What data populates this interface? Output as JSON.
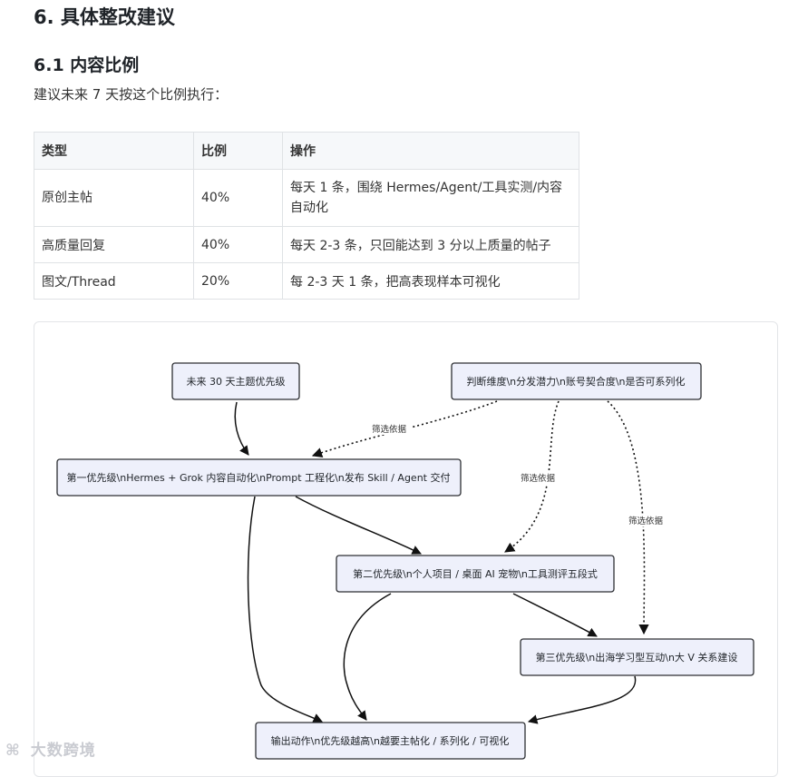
{
  "section_title": "6. 具体整改建议",
  "subsection_title": "6.1 内容比例",
  "intro": "建议未来 7 天按这个比例执行：",
  "table": {
    "headers": [
      "类型",
      "比例",
      "操作"
    ],
    "rows": [
      [
        "原创主帖",
        "40%",
        "每天 1 条，围绕 Hermes/Agent/工具实测/内容自动化"
      ],
      [
        "高质量回复",
        "40%",
        "每天 2-3 条，只回能达到 3 分以上质量的帖子"
      ],
      [
        "图文/Thread",
        "20%",
        "每 2-3 天 1 条，把高表现样本可视化"
      ]
    ]
  },
  "diagram": {
    "nodes": {
      "topic": "未来 30 天主题优先级",
      "criteria": "判断维度\\n分发潜力\\n账号契合度\\n是否可系列化",
      "p1": "第一优先级\\nHermes + Grok 内容自动化\\nPrompt 工程化\\n发布 Skill / Agent 交付",
      "p2": "第二优先级\\n个人项目 / 桌面 AI 宠物\\n工具测评五段式",
      "p3": "第三优先级\\n出海学习型互动\\n大 V 关系建设",
      "output": "输出动作\\n优先级越高\\n越要主帖化 / 系列化 / 可视化"
    },
    "edge_labels": {
      "to_p1": "筛选依据",
      "to_p2": "筛选依据",
      "to_p3": "筛选依据"
    }
  },
  "watermark": "大数跨境"
}
